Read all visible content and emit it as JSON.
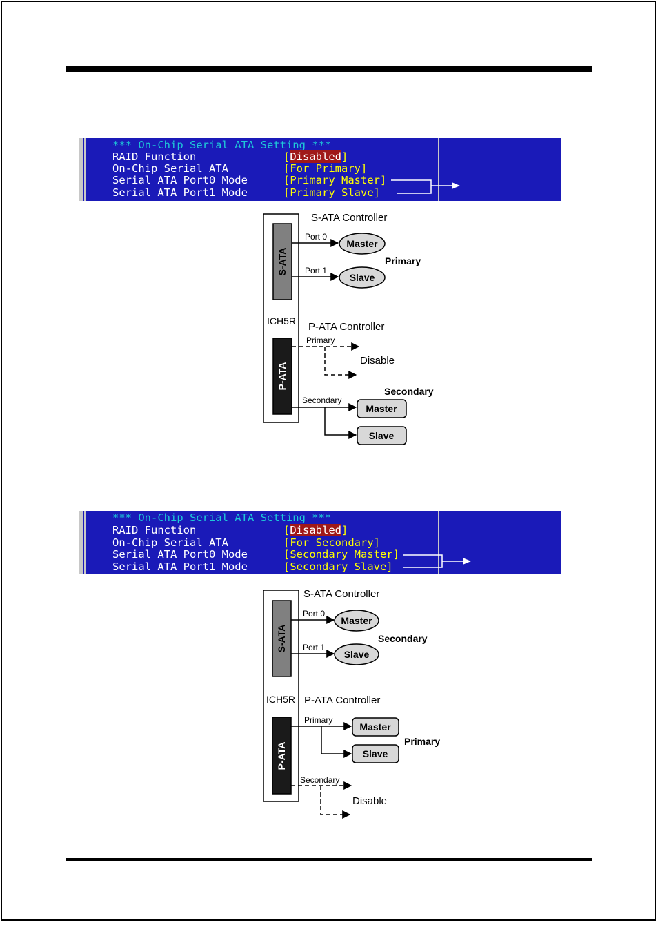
{
  "bios_panels": [
    {
      "header": "*** On-Chip Serial ATA Setting ***",
      "rows": [
        {
          "label": "RAID Function",
          "value_open": "[",
          "value": "Disabled",
          "value_close": "]"
        },
        {
          "label": "On-Chip Serial ATA",
          "value": "[For Primary]"
        },
        {
          "label": "Serial ATA Port0 Mode",
          "value": "[Primary Master]"
        },
        {
          "label": "Serial ATA Port1 Mode",
          "value": "[Primary Slave]"
        }
      ]
    },
    {
      "header": "*** On-Chip Serial ATA Setting ***",
      "rows": [
        {
          "label": "RAID Function",
          "value_open": "[",
          "value": "Disabled",
          "value_close": "]"
        },
        {
          "label": "On-Chip Serial ATA",
          "value": "[For Secondary]"
        },
        {
          "label": "Serial ATA Port0 Mode",
          "value": "[Secondary Master]"
        },
        {
          "label": "Serial ATA Port1 Mode",
          "value": "[Secondary Slave]"
        }
      ]
    }
  ],
  "diagrams": [
    {
      "chip": "ICH5R",
      "sata_controller": "S-ATA Controller",
      "sata_block": "S-ATA",
      "port0": "Port 0",
      "port1": "Port 1",
      "sata_master": "Master",
      "sata_slave": "Slave",
      "sata_group": "Primary",
      "pata_controller": "P-ATA Controller",
      "pata_block": "P-ATA",
      "channel_a": "Primary",
      "channel_b": "Secondary",
      "disable": "Disable",
      "pata_group": "Secondary",
      "pata_master": "Master",
      "pata_slave": "Slave"
    },
    {
      "chip": "ICH5R",
      "sata_controller": "S-ATA Controller",
      "sata_block": "S-ATA",
      "port0": "Port 0",
      "port1": "Port 1",
      "sata_master": "Master",
      "sata_slave": "Slave",
      "sata_group": "Secondary",
      "pata_controller": "P-ATA Controller",
      "pata_block": "P-ATA",
      "channel_a": "Primary",
      "channel_b": "Secondary",
      "disable": "Disable",
      "pata_group": "Primary",
      "pata_master": "Master",
      "pata_slave": "Slave"
    }
  ],
  "colors": {
    "bios_bg": "#1a1ab8",
    "bios_header": "#1ec8d8",
    "bios_value": "#ffff00",
    "bios_highlight": "#a01818",
    "sata_block": "#808080",
    "pata_block": "#1a1a1a",
    "device_fill": "#d8d8d8"
  }
}
